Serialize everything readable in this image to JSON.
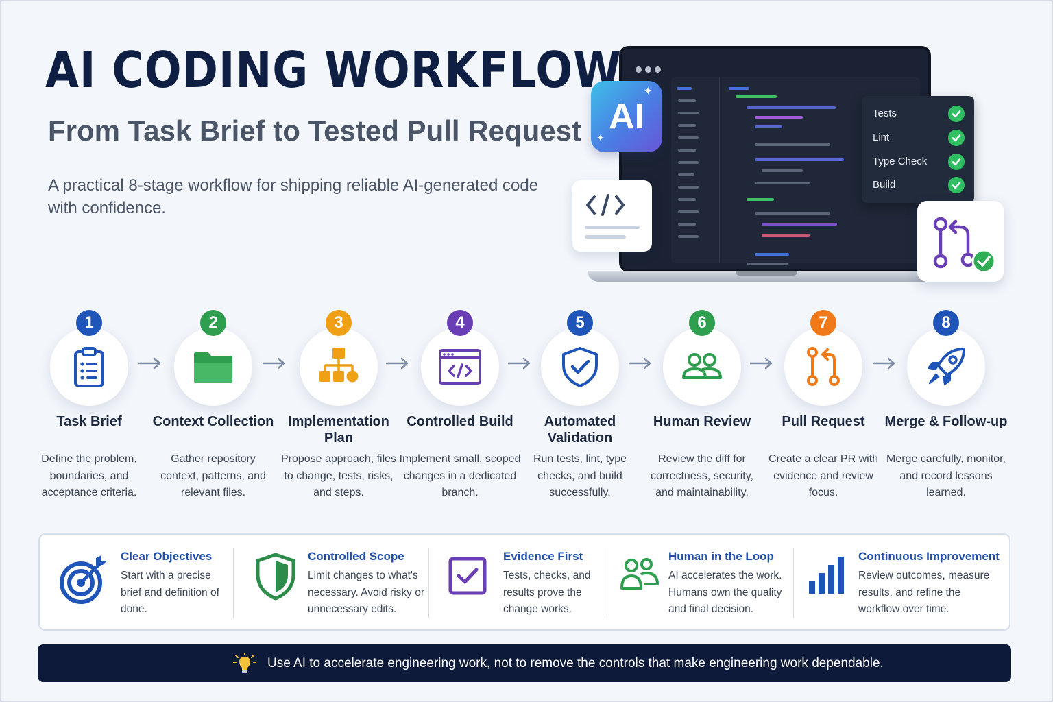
{
  "header": {
    "title": "AI CODING WORKFLOW",
    "subtitle": "From Task Brief to Tested Pull Request",
    "intro": "A practical 8-stage workflow for shipping reliable AI-generated code with confidence."
  },
  "hero": {
    "ai_badge": "AI",
    "checks": [
      {
        "label": "Tests",
        "status": "passed"
      },
      {
        "label": "Lint",
        "status": "passed"
      },
      {
        "label": "Type Check",
        "status": "passed"
      },
      {
        "label": "Build",
        "status": "passed"
      }
    ]
  },
  "steps": [
    {
      "number": "1",
      "label": "Task Brief",
      "desc": "Define the problem, boundaries, and acceptance criteria.",
      "icon": "clipboard-icon",
      "color": "#1f55b8"
    },
    {
      "number": "2",
      "label": "Context Collection",
      "desc": "Gather repository context, patterns, and relevant files.",
      "icon": "folder-icon",
      "color": "#2e9e4f"
    },
    {
      "number": "3",
      "label": "Implementation Plan",
      "desc": "Propose approach, files to change, tests, risks, and steps.",
      "icon": "hierarchy-icon",
      "color": "#f0a014"
    },
    {
      "number": "4",
      "label": "Controlled Build",
      "desc": "Implement small, scoped changes in a dedicated branch.",
      "icon": "code-window-icon",
      "color": "#6a3fb5"
    },
    {
      "number": "5",
      "label": "Automated Validation",
      "desc": "Run tests, lint, type checks, and build successfully.",
      "icon": "shield-check-icon",
      "color": "#1f55b8"
    },
    {
      "number": "6",
      "label": "Human Review",
      "desc": "Review the diff for correctness, security, and maintainability.",
      "icon": "people-icon",
      "color": "#2e9e4f"
    },
    {
      "number": "7",
      "label": "Pull Request",
      "desc": "Create a clear PR with evidence and review focus.",
      "icon": "pull-request-icon",
      "color": "#f07a1a"
    },
    {
      "number": "8",
      "label": "Merge & Follow-up",
      "desc": "Merge carefully, monitor, and record lessons learned.",
      "icon": "rocket-icon",
      "color": "#1f55b8"
    }
  ],
  "principles": [
    {
      "title": "Clear Objectives",
      "desc": "Start with a precise brief and definition of done.",
      "icon": "target-icon"
    },
    {
      "title": "Controlled Scope",
      "desc": "Limit changes to what's necessary. Avoid risky or unnecessary edits.",
      "icon": "shield-icon"
    },
    {
      "title": "Evidence First",
      "desc": "Tests, checks, and results prove the change works.",
      "icon": "checkbox-icon"
    },
    {
      "title": "Human in the Loop",
      "desc": "AI accelerates the work. Humans own the quality and final decision.",
      "icon": "people-icon"
    },
    {
      "title": "Continuous Improvement",
      "desc": "Review outcomes, measure results, and refine the workflow over time.",
      "icon": "bar-chart-icon"
    }
  ],
  "banner": {
    "text": "Use AI to accelerate engineering work, not to remove the controls that make engineering work dependable.",
    "icon": "lightbulb-icon"
  },
  "colors": {
    "title": "#0e1f43",
    "accent_blue": "#1f55b8",
    "green": "#2e9e4f",
    "amber": "#f0a014",
    "purple": "#6a3fb5",
    "orange": "#f07a1a",
    "banner_bg": "#0e1a3a"
  }
}
